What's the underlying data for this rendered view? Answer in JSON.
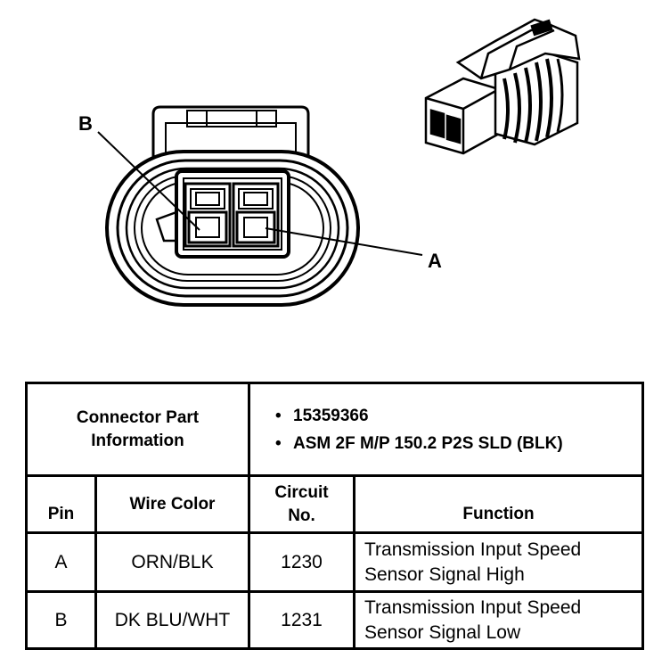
{
  "callouts": {
    "b": "B",
    "a": "A"
  },
  "table": {
    "part_info_label_line1": "Connector Part",
    "part_info_label_line2": "Information",
    "part_numbers": [
      "15359366",
      "ASM 2F M/P 150.2 P2S SLD (BLK)"
    ],
    "headers": {
      "pin": "Pin",
      "wire_color": "Wire Color",
      "circuit_line1": "Circuit",
      "circuit_line2": "No.",
      "function": "Function"
    },
    "rows": [
      {
        "pin": "A",
        "wire_color": "ORN/BLK",
        "circuit": "1230",
        "function_line1": "Transmission Input Speed",
        "function_line2": "Sensor Signal High"
      },
      {
        "pin": "B",
        "wire_color": "DK BLU/WHT",
        "circuit": "1231",
        "function_line1": "Transmission Input Speed",
        "function_line2": "Sensor Signal Low"
      }
    ]
  }
}
